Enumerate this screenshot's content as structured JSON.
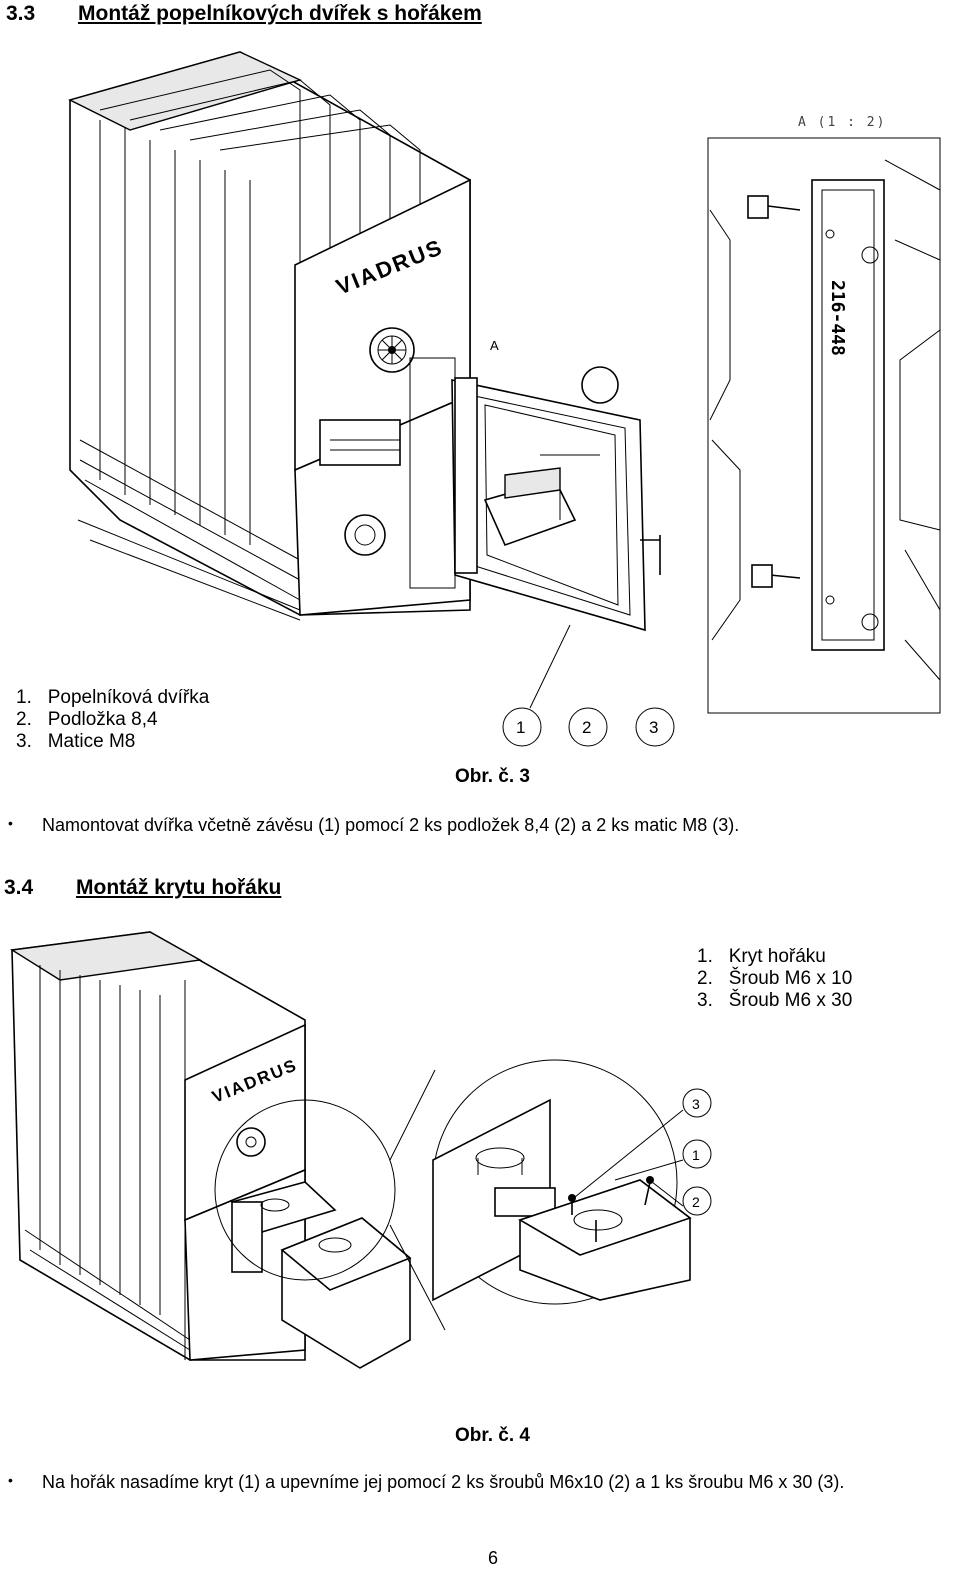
{
  "section_3_3": {
    "number": "3.3",
    "title": "Montáž popelníkových dvířek s hořákem",
    "parts": [
      {
        "n": "1.",
        "label": "Popelníková dvířka"
      },
      {
        "n": "2.",
        "label": "Podložka 8,4"
      },
      {
        "n": "3.",
        "label": "Matice M8"
      }
    ],
    "figure_caption": "Obr. č. 3",
    "detail_label": "A (1 : 2)",
    "detail_marker": "A",
    "plate_text": "216-448",
    "callouts": [
      "1",
      "2",
      "3"
    ],
    "instruction": "Namontovat dvířka včetně závěsu (1) pomocí 2 ks podložek 8,4 (2) a 2 ks matic M8 (3)."
  },
  "section_3_4": {
    "number": "3.4",
    "title": "Montáž krytu hořáku",
    "parts": [
      {
        "n": "1.",
        "label": "Kryt hořáku"
      },
      {
        "n": "2.",
        "label": "Šroub M6 x 10"
      },
      {
        "n": "3.",
        "label": "Šroub M6 x 30"
      }
    ],
    "figure_caption": "Obr. č. 4",
    "callouts": [
      "3",
      "1",
      "2"
    ],
    "instruction": "Na hořák nasadíme kryt (1) a upevníme jej pomocí 2 ks šroubů M6x10 (2) a 1 ks šroubu M6 x 30 (3)."
  },
  "brand_logo": "VIADRUS",
  "page_number": "6"
}
